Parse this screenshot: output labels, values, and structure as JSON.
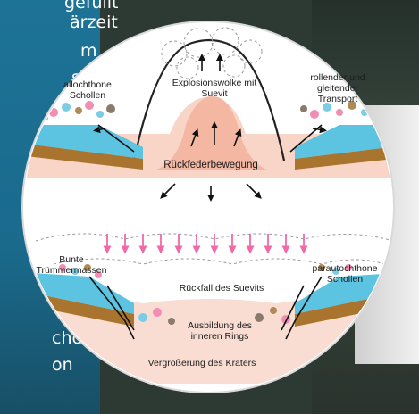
{
  "side_text": {
    "l1": "gefüllt",
    "l2": "ärzeit",
    "l3": "m",
    "l4": "süd-",
    "b1": "cholle,",
    "b2": "on"
  },
  "diagram": {
    "top": {
      "allochthone_1": "allochthone",
      "allochthone_2": "Schollen",
      "explosion_1": "Explosionswolke mit",
      "explosion_2": "Suevit",
      "transport_1": "rollender und",
      "transport_2": "gleitender",
      "transport_3": "Transport",
      "rebound": "Rückfederbewegung"
    },
    "bottom": {
      "bunte_1": "Bunte",
      "bunte_2": "Trümmermassen",
      "rueckfall": "Rückfall des Suevits",
      "parauto_1": "parautochthone",
      "parauto_2": "Schollen",
      "rings_1": "Ausbildung des",
      "rings_2": "inneren Rings",
      "crater": "Vergrößerung des Kraters"
    },
    "colors": {
      "water": "#5cc3e0",
      "rock": "#a8742e",
      "pink": "#f7c7b4",
      "arrow_pink": "#f06aa6"
    }
  }
}
